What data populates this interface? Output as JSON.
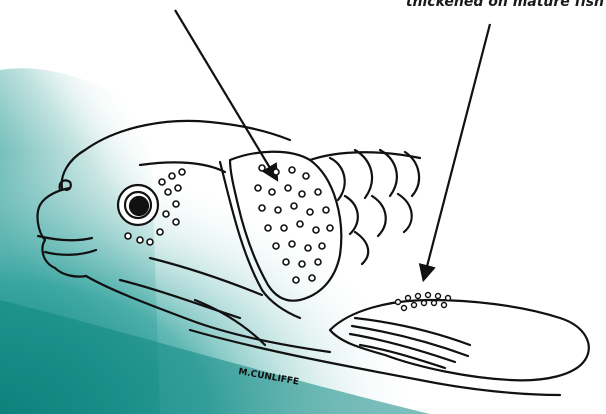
{
  "annotation_right": {
    "text": "thickened on mature fish"
  },
  "signature": {
    "text": "M.CUNLIFFE"
  },
  "colors": {
    "teal": "#0e8a86",
    "teal_light": "#dff0ef",
    "ink": "#111111",
    "caption": "#1a1a1a"
  },
  "icons": [
    "tubercle-dot",
    "pointer-arrow"
  ]
}
